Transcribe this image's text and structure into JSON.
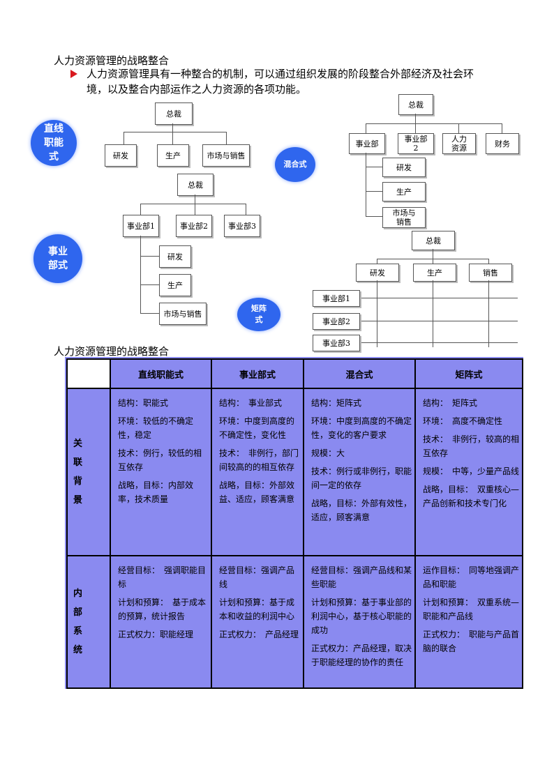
{
  "heading1": "人力资源管理的战略整合",
  "bullet": {
    "line1": "人力资源管理具有一种整合的机制，可以通过组织发展的阶段整合外部经济及社会环",
    "line2": "境，以及整合内部运作之人力资源的各项功能。"
  },
  "bubbles": {
    "functional": "直线职能式",
    "divisional": "事业部式",
    "hybrid": "混合式",
    "matrix": "矩阵式"
  },
  "chart1": {
    "root": "总裁",
    "children": [
      "研发",
      "生产",
      "市场与销售"
    ]
  },
  "chart2": {
    "root": "总裁",
    "divisions": [
      "事业部1",
      "事业部2",
      "事业部3"
    ],
    "sub": [
      "研发",
      "生产",
      "市场与销售"
    ]
  },
  "chart3": {
    "root": "总裁",
    "children": [
      "事业部",
      "事业部2",
      "人力资源",
      "财务"
    ],
    "sub": [
      "研发",
      "生产",
      "市场与销售"
    ]
  },
  "chart4": {
    "root": "总裁",
    "columns": [
      "研发",
      "生产",
      "销售"
    ],
    "rows": [
      "事业部1",
      "事业部2",
      "事业部3"
    ]
  },
  "heading2": "人力资源管理的战略整合",
  "table": {
    "columns": [
      "直线职能式",
      "事业部式",
      "混合式",
      "矩阵式"
    ],
    "rows": [
      {
        "label": [
          "关",
          "联",
          "背",
          "景"
        ],
        "cells": [
          [
            "结构：职能式",
            "环境：较低的不确定性，稳定",
            "技术：例行，较低的相互依存",
            "战略，目标：内部效率，技术质量"
          ],
          [
            "结构：　事业部式",
            "环境：中度到高度的不确定性，变化性",
            "技术：　非例行，部门间较高的的相互依存",
            "战略，目标：外部效益、适应，顾客满意"
          ],
          [
            "结构：矩阵式",
            "环境：中度到高度的不确定性，变化的客户要求",
            "规模：大",
            "技术：例行或非例行，职能间一定的依存",
            "战略，目标：外部有效性，适应，顾客满意"
          ],
          [
            "结构：　矩阵式",
            "环境：　高度不确定性",
            "技术：　非例行，较高的相互依存",
            "规模：　中等，少量产品线",
            "战略，目标：　双重核心—产品创新和技术专门化"
          ]
        ]
      },
      {
        "label": [
          "内",
          "部",
          "系",
          "统"
        ],
        "cells": [
          [
            "经营目标：　强调职能目标",
            "计划和预算：　基于成本的预算，统计报告",
            "正式权力：职能经理"
          ],
          [
            "经营目标：强调产品线",
            "计划和预算：基于成本和收益的利润中心",
            "正式权力：　产品经理"
          ],
          [
            "经营目标：强调产品线和某些职能",
            "计划和预算：基于事业部的利润中心，基于核心职能的成功",
            "正式权力：产品经理，取决于职能经理的协作的责任"
          ],
          [
            "运作目标：　同等地强调产品和职能",
            "计划和预算：　双重系统—职能和产品线",
            "正式权力：　职能与产品首脑的联合"
          ]
        ]
      }
    ]
  }
}
